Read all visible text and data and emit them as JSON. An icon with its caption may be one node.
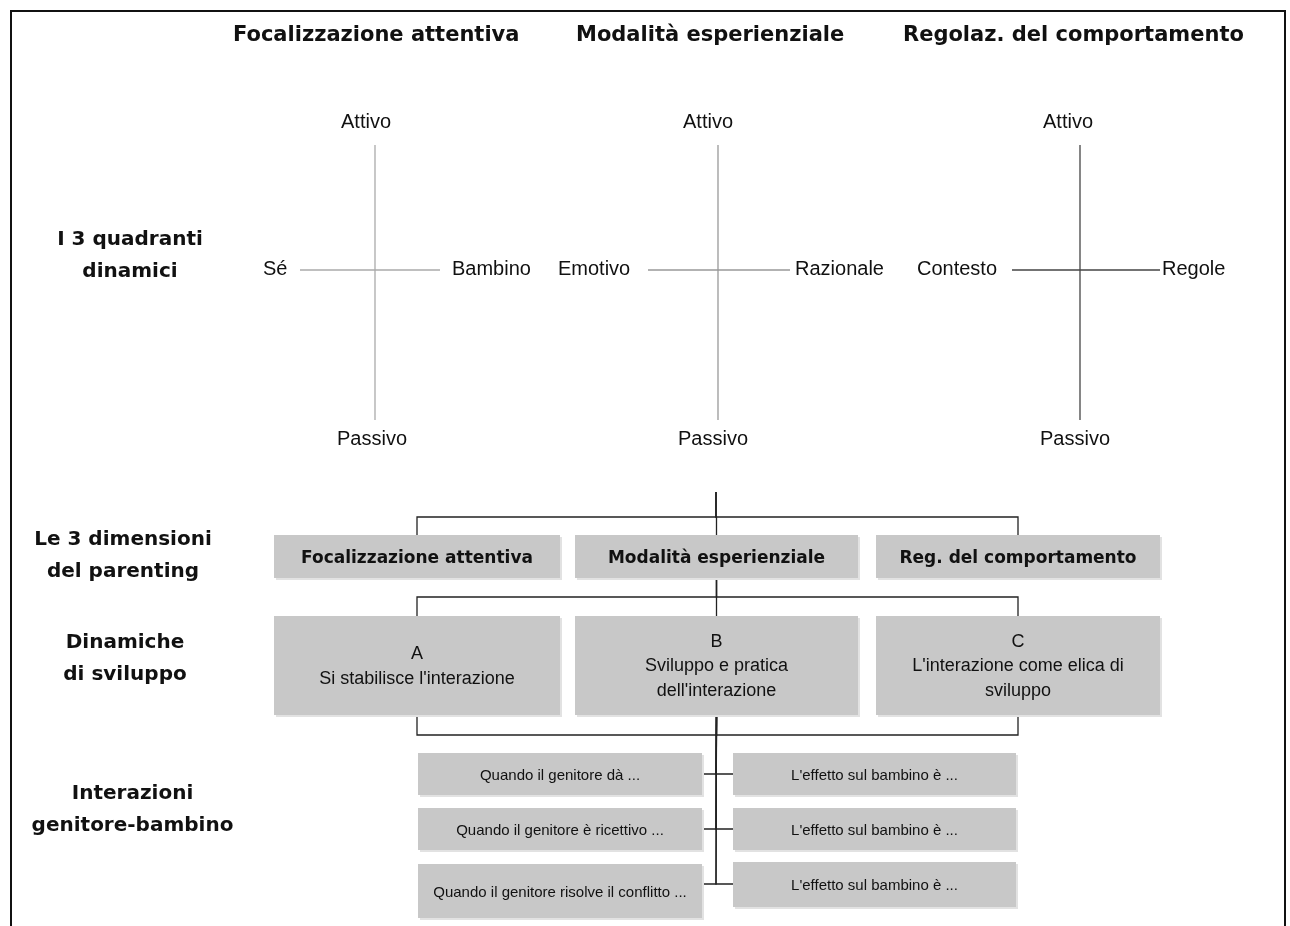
{
  "diagram": {
    "nodes": [
      {
        "text": [
          "Focalizzazione attentiva"
        ]
      },
      {
        "text": [
          "Modalità esperienziale"
        ]
      },
      {
        "text": [
          "Reg. del comportamento"
        ]
      },
      {
        "text": [
          "A",
          "Si stabilisce l'interazione"
        ]
      },
      {
        "text": [
          "B",
          "Sviluppo e pratica dell'interazione"
        ]
      },
      {
        "text": [
          "C",
          "L'interazione come elica di sviluppo"
        ]
      },
      {
        "text": [
          "Quando il genitore dà ..."
        ]
      },
      {
        "text": [
          "L'effetto sul bambino è ..."
        ]
      },
      {
        "text": [
          "Quando il genitore è ricettivo ..."
        ]
      },
      {
        "text": [
          "L'effetto sul bambino è ..."
        ]
      },
      {
        "text": [
          "Quando il genitore risolve il conflitto ..."
        ]
      },
      {
        "text": [
          "L'effetto sul bambino è ..."
        ]
      }
    ],
    "edges": [
      {
        "from": null,
        "to": 0,
        "arrow": "none"
      },
      {
        "from": null,
        "to": 1,
        "arrow": "none"
      },
      {
        "from": null,
        "to": 2,
        "arrow": "none"
      },
      {
        "from": 1,
        "to": 3,
        "arrow": "none"
      },
      {
        "from": 1,
        "to": 4,
        "arrow": "none"
      },
      {
        "from": 1,
        "to": 5,
        "arrow": "none"
      },
      {
        "from": 3,
        "to": 4,
        "arrow": "none"
      },
      {
        "from": 5,
        "to": 4,
        "arrow": "none"
      },
      {
        "from": 4,
        "to": 6,
        "arrow": "none"
      },
      {
        "from": 4,
        "to": 7,
        "arrow": "none"
      },
      {
        "from": 4,
        "to": 8,
        "arrow": "none"
      },
      {
        "from": 4,
        "to": 9,
        "arrow": "none"
      },
      {
        "from": 4,
        "to": 10,
        "arrow": "none"
      },
      {
        "from": 4,
        "to": 11,
        "arrow": "none"
      }
    ],
    "labels": [
      "Focalizzazione attentiva",
      "Modalità esperienziale",
      "Regolaz. del comportamento",
      "Attivo",
      "Attivo",
      "Attivo",
      "I 3 quadranti dinamici",
      "Sé",
      "Bambino",
      "Emotivo",
      "Razionale",
      "Contesto",
      "Regole",
      "Passivo",
      "Passivo",
      "Passivo",
      "Le 3 dimensioni del parenting",
      "Dinamiche di sviluppo",
      "Interazioni genitore-bambino"
    ]
  }
}
